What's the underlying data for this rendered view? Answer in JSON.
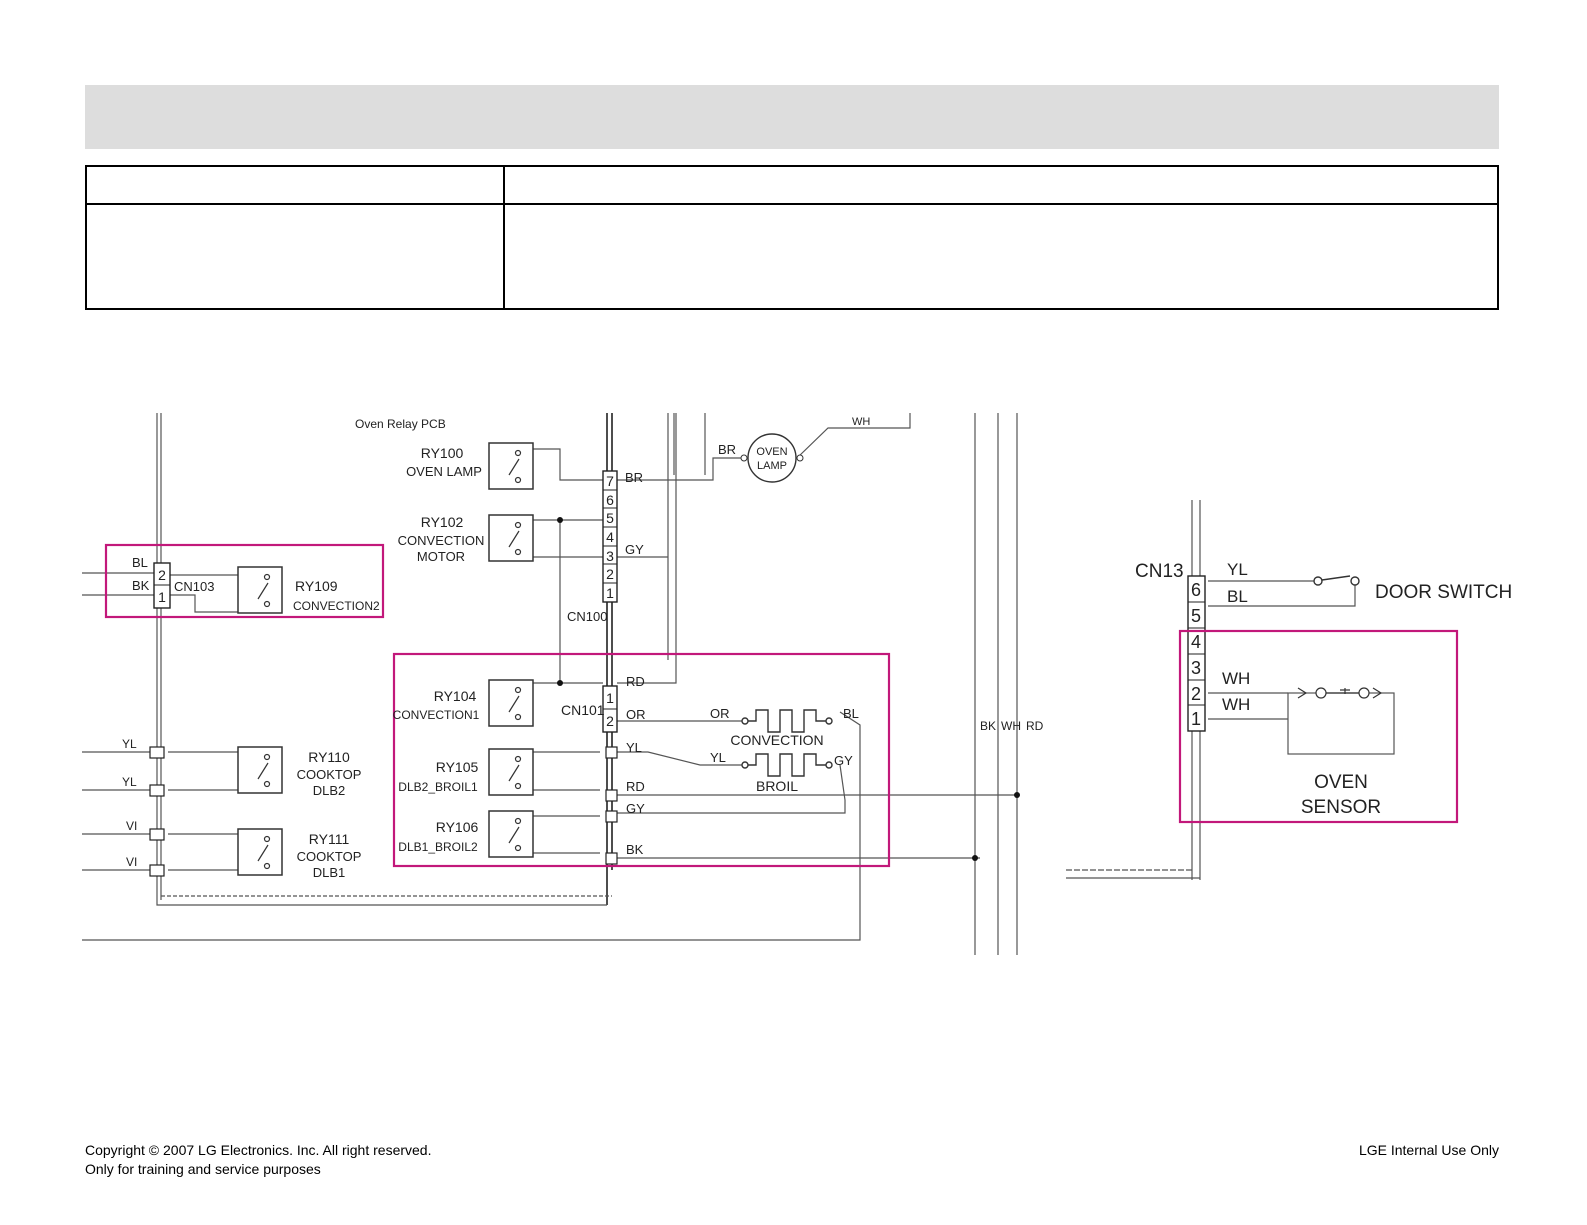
{
  "header": {},
  "info_table": {
    "rows": [
      [
        "",
        ""
      ],
      [
        "",
        ""
      ]
    ]
  },
  "diagram": {
    "pcb_label": "Oven Relay PCB",
    "relays": {
      "ry100": {
        "id": "RY100",
        "name": "OVEN LAMP"
      },
      "ry102": {
        "id": "RY102",
        "name_1": "CONVECTION",
        "name_2": "MOTOR"
      },
      "ry109": {
        "id": "RY109",
        "name": "CONVECTION2"
      },
      "ry104": {
        "id": "RY104",
        "name": "CONVECTION1"
      },
      "ry105": {
        "id": "RY105",
        "name": "DLB2_BROIL1"
      },
      "ry106": {
        "id": "RY106",
        "name": "DLB1_BROIL2"
      },
      "ry110": {
        "id": "RY110",
        "name_1": "COOKTOP",
        "name_2": "DLB2"
      },
      "ry111": {
        "id": "RY111",
        "name_1": "COOKTOP",
        "name_2": "DLB1"
      }
    },
    "connectors": {
      "cn100": {
        "label": "CN100",
        "pins": [
          "7",
          "6",
          "5",
          "4",
          "3",
          "2",
          "1"
        ]
      },
      "cn101": {
        "label": "CN101",
        "pins": [
          "1",
          "2"
        ]
      },
      "cn103": {
        "label": "CN103",
        "pins": [
          "2",
          "1"
        ]
      },
      "cn13": {
        "label": "CN13",
        "pins": [
          "6",
          "5",
          "4",
          "3",
          "2",
          "1"
        ]
      }
    },
    "wires": {
      "br_pin7": "BR",
      "gy_pin3": "GY",
      "br_lamp": "BR",
      "wh_lamp": "WH",
      "cn103_bl": "BL",
      "cn103_bk": "BK",
      "rd_cn101": "RD",
      "or_cn101": "OR",
      "or_heater": "OR",
      "bl_heater": "BL",
      "yl_relay": "YL",
      "yl_heater": "YL",
      "gy_heater": "GY",
      "rd_main": "RD",
      "gy_main": "GY",
      "bk_main": "BK",
      "bus_bk": "BK",
      "bus_wh": "WH",
      "bus_rd": "RD",
      "yl_left_1": "YL",
      "yl_left_2": "YL",
      "vi_left_1": "VI",
      "vi_left_2": "VI",
      "cn13_yl": "YL",
      "cn13_bl": "BL",
      "cn13_wh_1": "WH",
      "cn13_wh_2": "WH"
    },
    "components": {
      "oven_lamp_1": "OVEN",
      "oven_lamp_2": "LAMP",
      "convection_heater": "CONVECTION",
      "broil_heater": "BROIL",
      "door_switch": "DOOR SWITCH",
      "oven_sensor_1": "OVEN",
      "oven_sensor_2": "SENSOR"
    },
    "colors": {
      "highlight": "#c2187a",
      "wire": "#444444",
      "line_dark": "#111111"
    }
  },
  "footer": {
    "copyright": "Copyright © 2007 LG Electronics. Inc. All right reserved.",
    "training": "Only for training and service purposes",
    "internal": "LGE Internal Use Only"
  }
}
